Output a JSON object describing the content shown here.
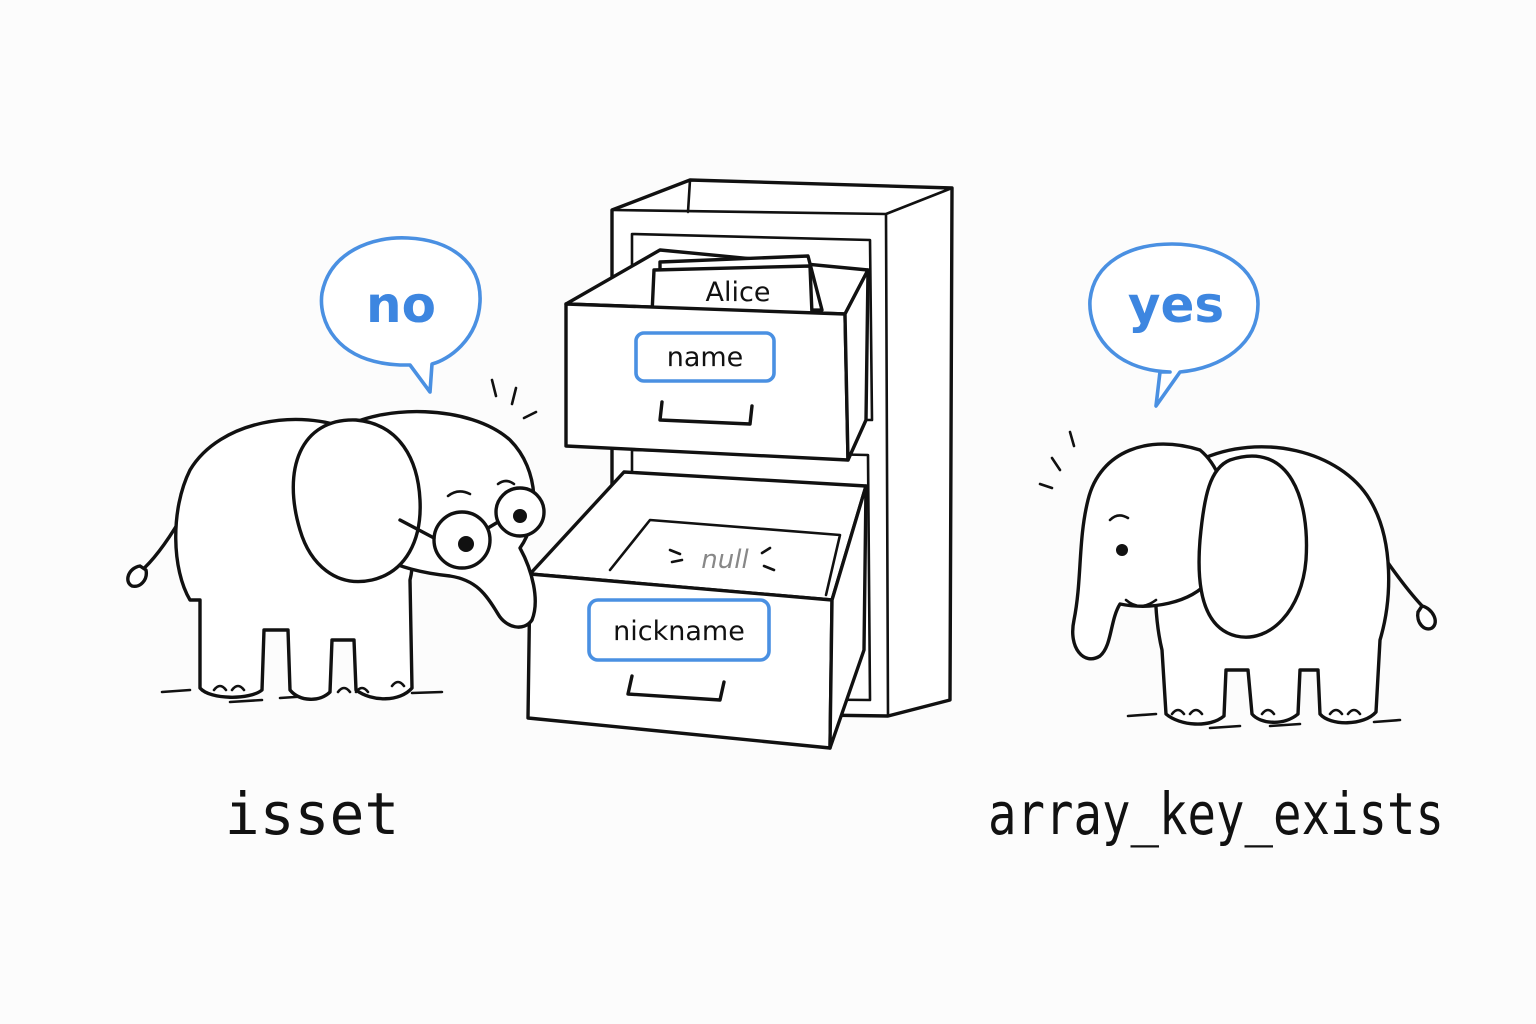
{
  "left_elephant": {
    "function_label": "isset",
    "speech": "no"
  },
  "right_elephant": {
    "function_label": "array_key_exists",
    "speech": "yes"
  },
  "cabinet": {
    "top_drawer": {
      "key_tag": "name",
      "folder_value": "Alice"
    },
    "bottom_drawer": {
      "key_tag": "nickname",
      "contents": "null"
    }
  },
  "colors": {
    "accent": "#4a90e2",
    "ink": "#111111",
    "background": "#fcfcfc"
  }
}
